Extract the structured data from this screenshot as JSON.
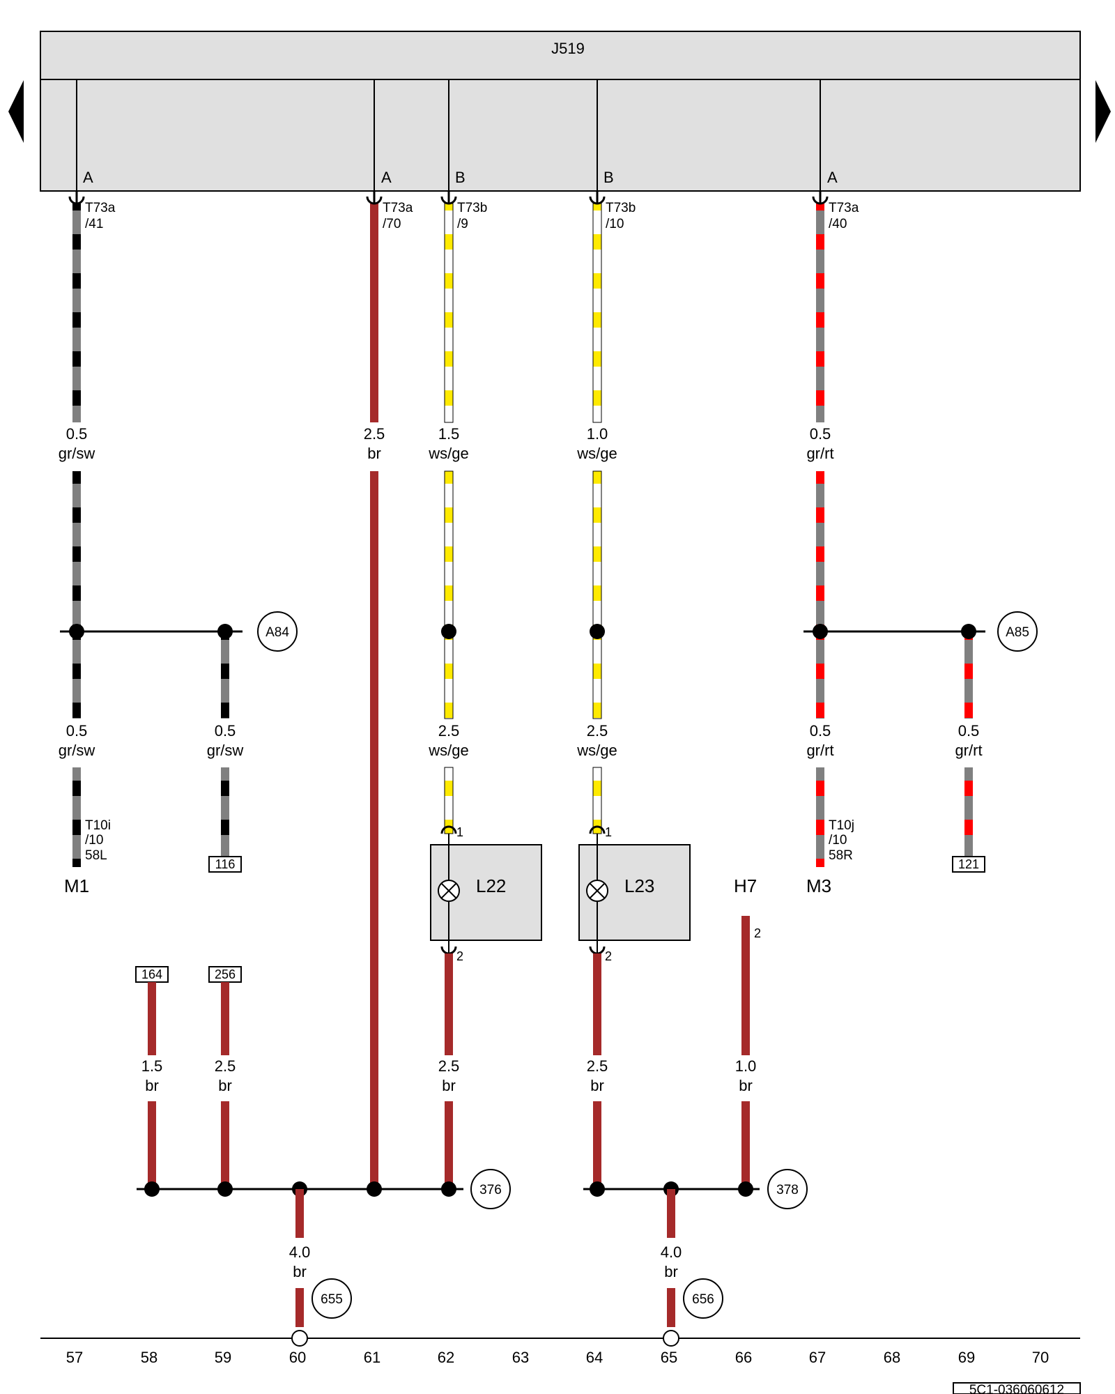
{
  "title": "J519",
  "doc_number": "5C1-036060612",
  "colors": {
    "br": "#a52a2a",
    "gray": "#808080",
    "black": "#000000",
    "yellow": "#ffea00",
    "red": "#ff0000",
    "box_fill": "#e0e0e0"
  },
  "nav": {
    "prev": "prev-page",
    "next": "next-page"
  },
  "connectors": [
    {
      "side": "A",
      "pin1": "T73a",
      "pin2": "/41"
    },
    {
      "side": "A",
      "pin1": "T73a",
      "pin2": "/70"
    },
    {
      "side": "B",
      "pin1": "T73b",
      "pin2": "/9"
    },
    {
      "side": "B",
      "pin1": "T73b",
      "pin2": "/10"
    },
    {
      "side": "A",
      "pin1": "T73a",
      "pin2": "/40"
    }
  ],
  "upper_wires": [
    {
      "size": "0.5",
      "color": "gr/sw"
    },
    {
      "size": "2.5",
      "color": "br"
    },
    {
      "size": "1.5",
      "color": "ws/ge"
    },
    {
      "size": "1.0",
      "color": "ws/ge"
    },
    {
      "size": "0.5",
      "color": "gr/rt"
    }
  ],
  "mid_wires": [
    {
      "size": "0.5",
      "color": "gr/sw"
    },
    {
      "size": "0.5",
      "color": "gr/sw"
    },
    {
      "size": "2.5",
      "color": "ws/ge"
    },
    {
      "size": "2.5",
      "color": "ws/ge"
    },
    {
      "size": "0.5",
      "color": "gr/rt"
    },
    {
      "size": "0.5",
      "color": "gr/rt"
    }
  ],
  "circle_refs": [
    "A84",
    "A85",
    "376",
    "378",
    "655",
    "656"
  ],
  "box_refs": [
    "116",
    "121",
    "164",
    "256"
  ],
  "components": {
    "m1": "M1",
    "m3": "M3",
    "l22": "L22",
    "l23": "L23",
    "h7": "H7",
    "t10i": [
      "T10i",
      "/10",
      "58L"
    ],
    "t10j": [
      "T10j",
      "/10",
      "58R"
    ]
  },
  "pin_numbers": {
    "l22_in": "1",
    "l22_out": "2",
    "l23_in": "1",
    "l23_out": "2",
    "h7": "2"
  },
  "lower_wires": [
    {
      "size": "1.5",
      "color": "br"
    },
    {
      "size": "2.5",
      "color": "br"
    },
    {
      "size": "2.5",
      "color": "br"
    },
    {
      "size": "2.5",
      "color": "br"
    },
    {
      "size": "1.0",
      "color": "br"
    }
  ],
  "ground_wires": [
    {
      "size": "4.0",
      "color": "br"
    },
    {
      "size": "4.0",
      "color": "br"
    }
  ],
  "column_numbers": [
    "57",
    "58",
    "59",
    "60",
    "61",
    "62",
    "63",
    "64",
    "65",
    "66",
    "67",
    "68",
    "69",
    "70"
  ]
}
